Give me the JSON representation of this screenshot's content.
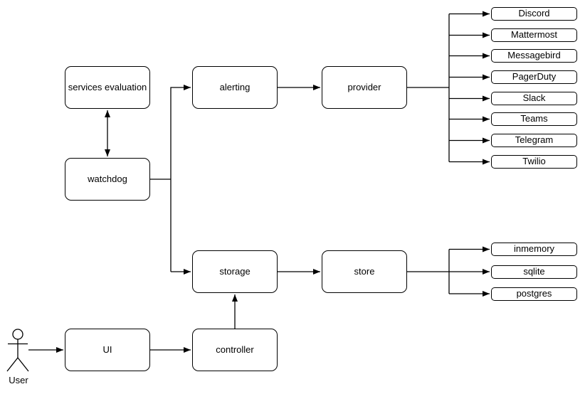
{
  "diagram": {
    "background_color": "#ffffff",
    "stroke_color": "#000000",
    "text_color": "#000000",
    "nodes": {
      "services_evaluation": "services evaluation",
      "watchdog": "watchdog",
      "alerting": "alerting",
      "provider": "provider",
      "storage": "storage",
      "store": "store",
      "ui": "UI",
      "controller": "controller"
    },
    "actor": {
      "label": "User"
    },
    "alert_providers": [
      "Discord",
      "Mattermost",
      "Messagebird",
      "PagerDuty",
      "Slack",
      "Teams",
      "Telegram",
      "Twilio"
    ],
    "storage_backends": [
      "inmemory",
      "sqlite",
      "postgres"
    ]
  }
}
